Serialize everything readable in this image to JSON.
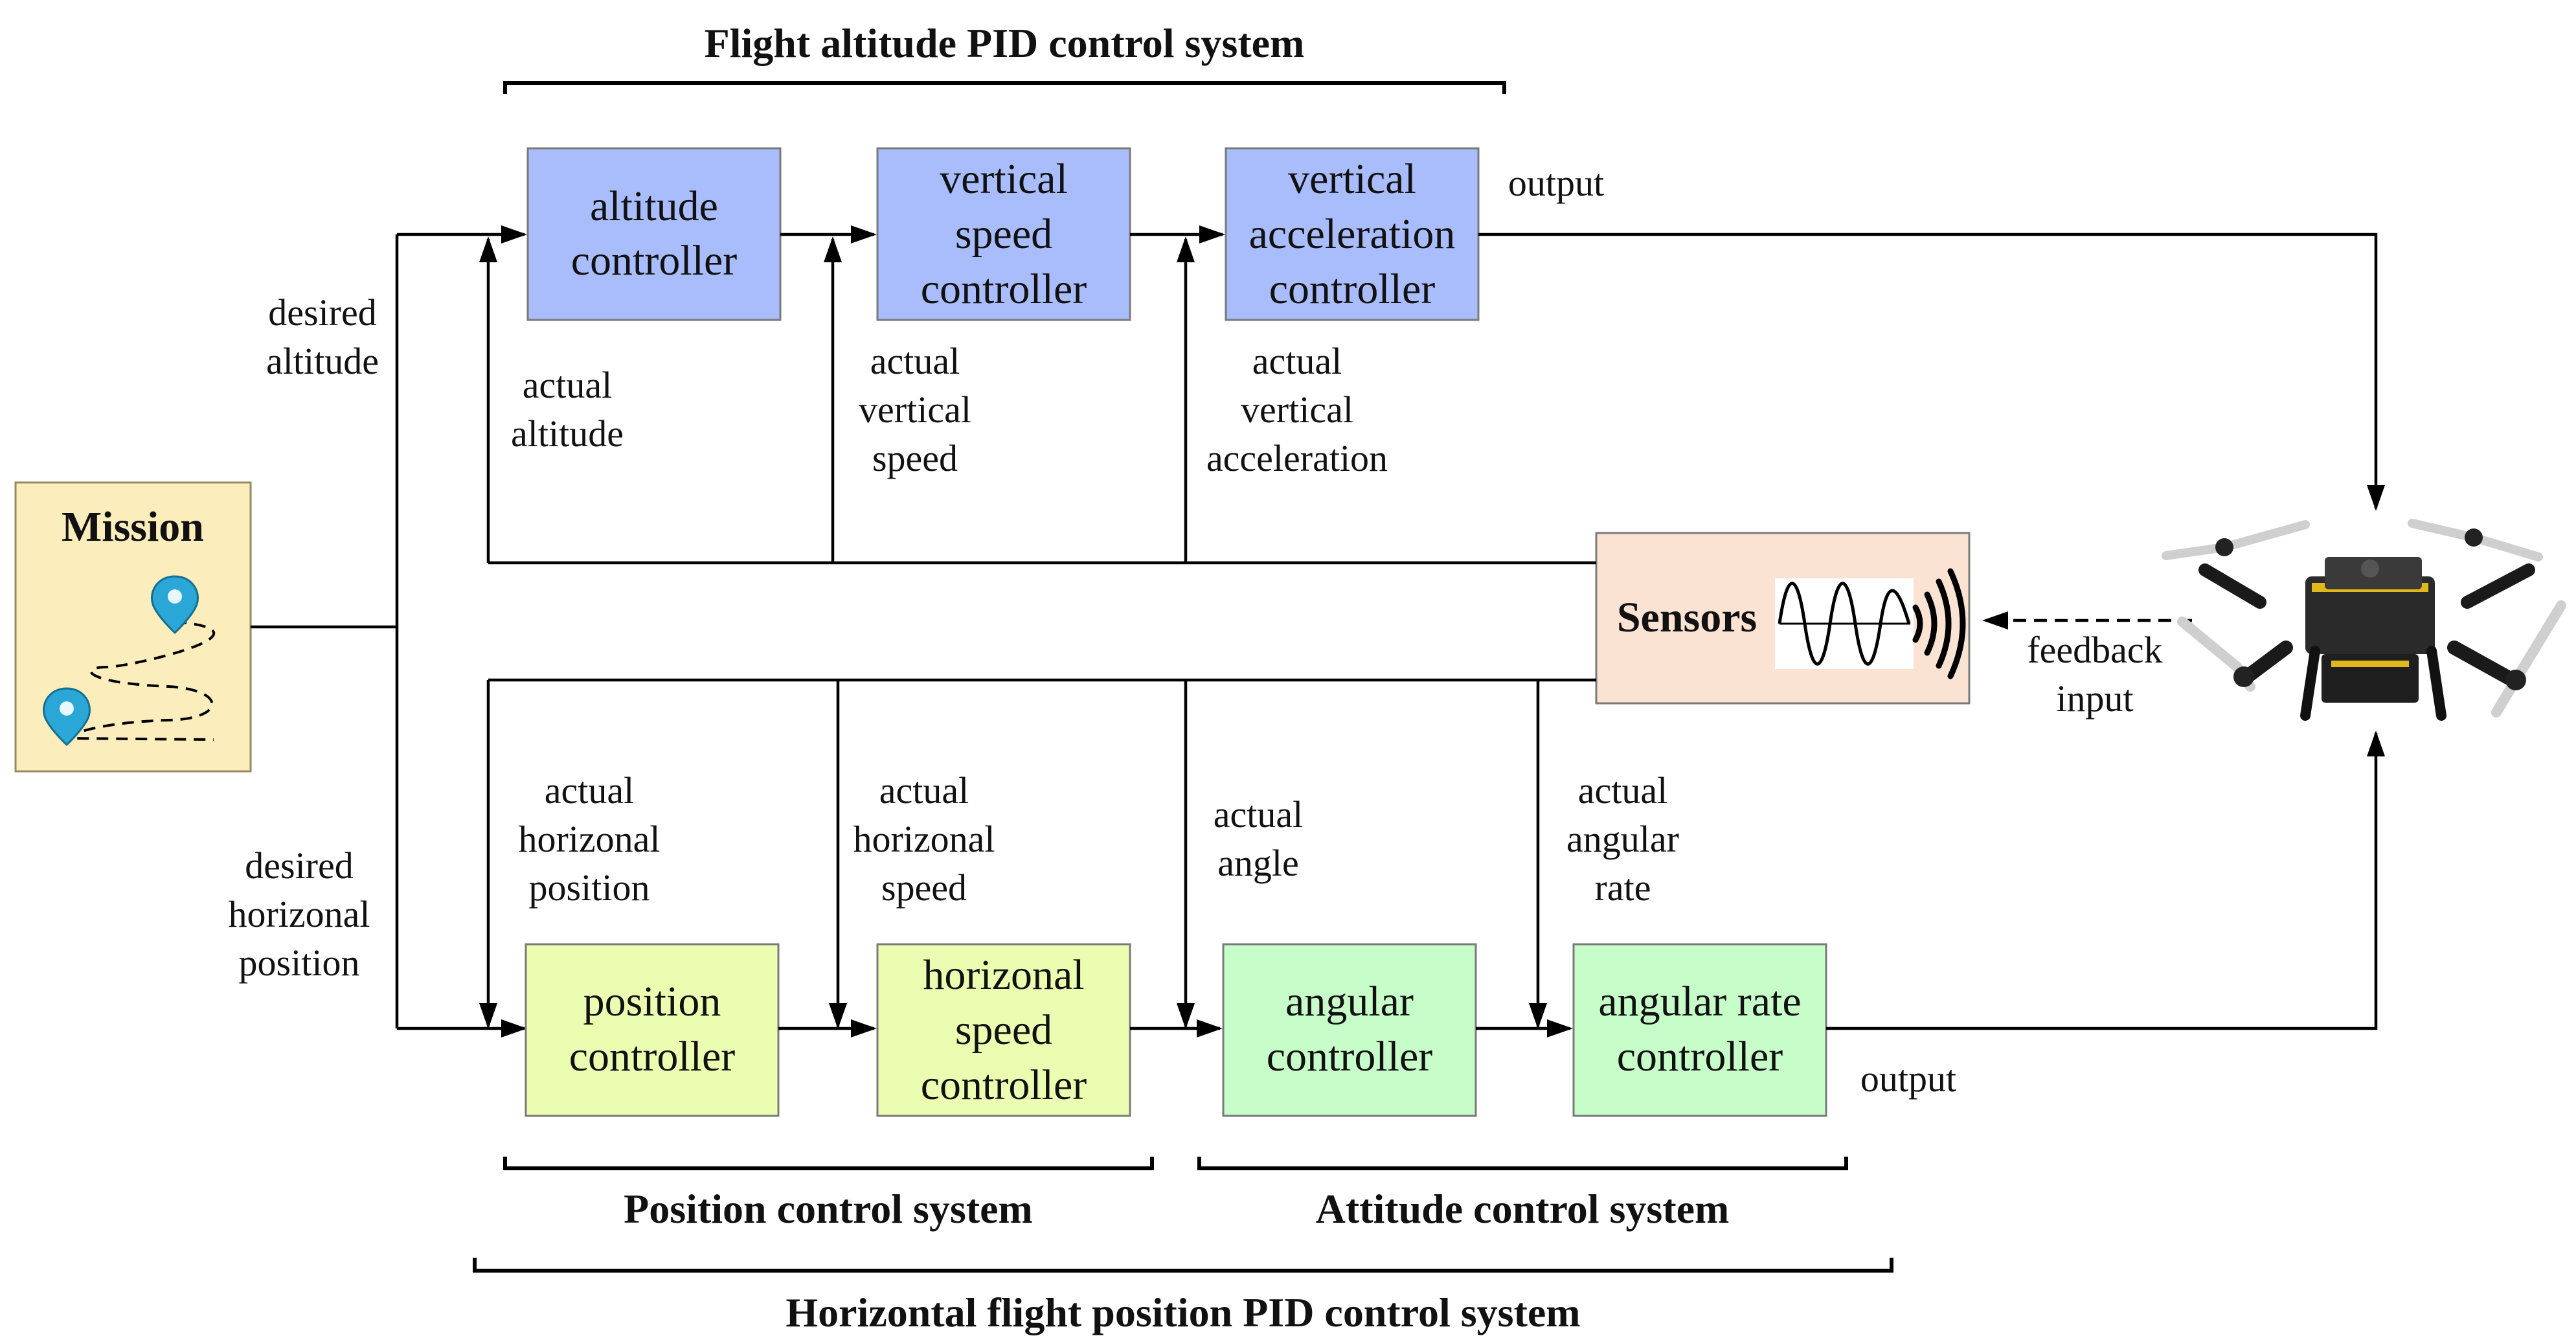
{
  "titles": {
    "altitude_system": "Flight altitude PID control system",
    "position_system": "Position control system",
    "attitude_system": "Attitude control system",
    "horizontal_system": "Horizontal flight position PID control system"
  },
  "mission": {
    "label": "Mission"
  },
  "sensors": {
    "label": "Sensors"
  },
  "boxes": {
    "altitude_controller": [
      "altitude",
      "controller"
    ],
    "vertical_speed_controller": [
      "vertical",
      "speed",
      "controller"
    ],
    "vertical_acceleration_controller": [
      "vertical",
      "acceleration",
      "controller"
    ],
    "position_controller": [
      "position",
      "controller"
    ],
    "horizonal_speed_controller": [
      "horizonal",
      "speed",
      "controller"
    ],
    "angular_controller": [
      "angular",
      "controller"
    ],
    "angular_rate_controller": [
      "angular rate",
      "controller"
    ]
  },
  "labels": {
    "desired_altitude": [
      "desired",
      "altitude"
    ],
    "desired_horizonal_position": [
      "desired",
      "horizonal",
      "position"
    ],
    "actual_altitude": [
      "actual",
      "altitude"
    ],
    "actual_vertical_speed": [
      "actual",
      "vertical",
      "speed"
    ],
    "actual_vertical_acceleration": [
      "actual",
      "vertical",
      "acceleration"
    ],
    "actual_horizonal_position": [
      "actual",
      "horizonal",
      "position"
    ],
    "actual_horizonal_speed": [
      "actual",
      "horizonal",
      "speed"
    ],
    "actual_angle": [
      "actual",
      "angle"
    ],
    "actual_angular_rate": [
      "actual",
      "angular",
      "rate"
    ],
    "feedback_input": [
      "feedback",
      "input"
    ],
    "output_top": "output",
    "output_bottom": "output"
  },
  "colors": {
    "altitude_boxes": "#a9bcfb",
    "position_boxes": "#ebfdb0",
    "attitude_boxes": "#c7fdc9",
    "sensors_box": "#fbe3d3",
    "mission_box": "#fbeebc",
    "map_pin": "#2aa7d6"
  },
  "icons": [
    "map-pin-icon",
    "waveform-icon",
    "signal-icon",
    "drone-icon"
  ]
}
